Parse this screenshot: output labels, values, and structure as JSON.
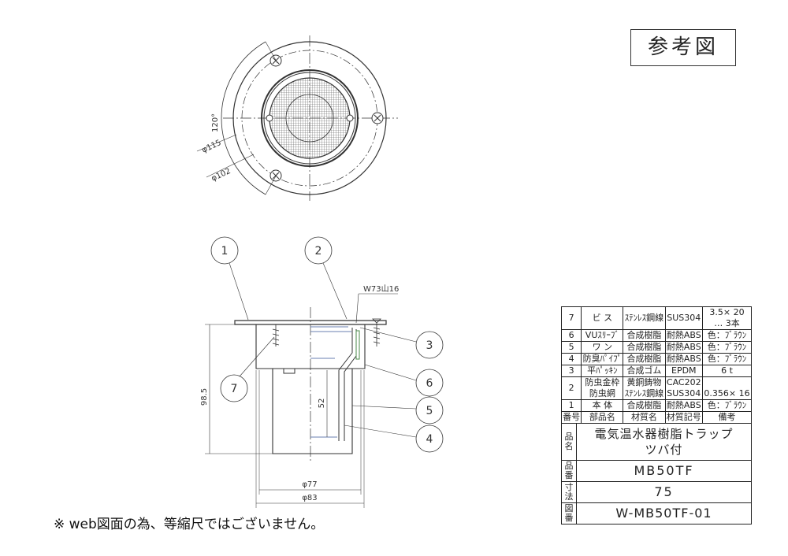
{
  "stamp": "参考図",
  "note": "※ web図面の為、等縮尺ではございません。",
  "top_view": {
    "angle_label": "120°",
    "d_outer": "φ115",
    "d_bolt": "φ102"
  },
  "side_view": {
    "height_label": "98.5",
    "depth_label": "52",
    "d77_label": "φ77",
    "d83_label": "φ83",
    "thread_label": "W73山16",
    "balloons": [
      "1",
      "2",
      "3",
      "4",
      "5",
      "6",
      "7"
    ]
  },
  "parts_table": {
    "headers": [
      "番号",
      "部品名",
      "材質名",
      "材質記号",
      "備考"
    ],
    "rows": [
      {
        "no": "7",
        "name": "ビ ス",
        "material": "ｽﾃﾝﾚｽ鋼線",
        "code": "SUS304",
        "note": "3.5× 20",
        "note2": "… 3本"
      },
      {
        "no": "6",
        "name": "VUｽﾘｰﾌﾞ",
        "material": "合成樹脂",
        "code": "耐熱ABS",
        "note": "色：ﾌﾞﾗｳﾝ"
      },
      {
        "no": "5",
        "name": "ワ ン",
        "material": "合成樹脂",
        "code": "耐熱ABS",
        "note": "色：ﾌﾞﾗｳﾝ"
      },
      {
        "no": "4",
        "name": "防臭ﾊﾟｲﾌﾟ",
        "material": "合成樹脂",
        "code": "耐熱ABS",
        "note": "色：ﾌﾞﾗｳﾝ"
      },
      {
        "no": "3",
        "name": "平ﾊﾟｯｷﾝ",
        "material": "合成ゴム",
        "code": "EPDM",
        "note": "6 t"
      },
      {
        "no": "2",
        "name": "防虫金枠",
        "name2": "防虫網",
        "material": "黄銅鋳物",
        "material2": "ｽﾃﾝﾚｽ鋼線",
        "code": "CAC202",
        "code2": "SUS304",
        "note": "",
        "note2": "0.356× 16"
      },
      {
        "no": "1",
        "name": "本 体",
        "material": "合成樹脂",
        "code": "耐熱ABS",
        "note": "色：ﾌﾞﾗｳﾝ"
      }
    ]
  },
  "title_block": {
    "name_label": "品名",
    "product_name": "電気温水器樹脂トラップ",
    "product_name2": "ツバ付",
    "number_label": "品番",
    "product_number": "MB50TF",
    "size_label": "寸法",
    "size": "75",
    "drawing_label": "図番",
    "drawing_number": "W-MB50TF-01"
  }
}
